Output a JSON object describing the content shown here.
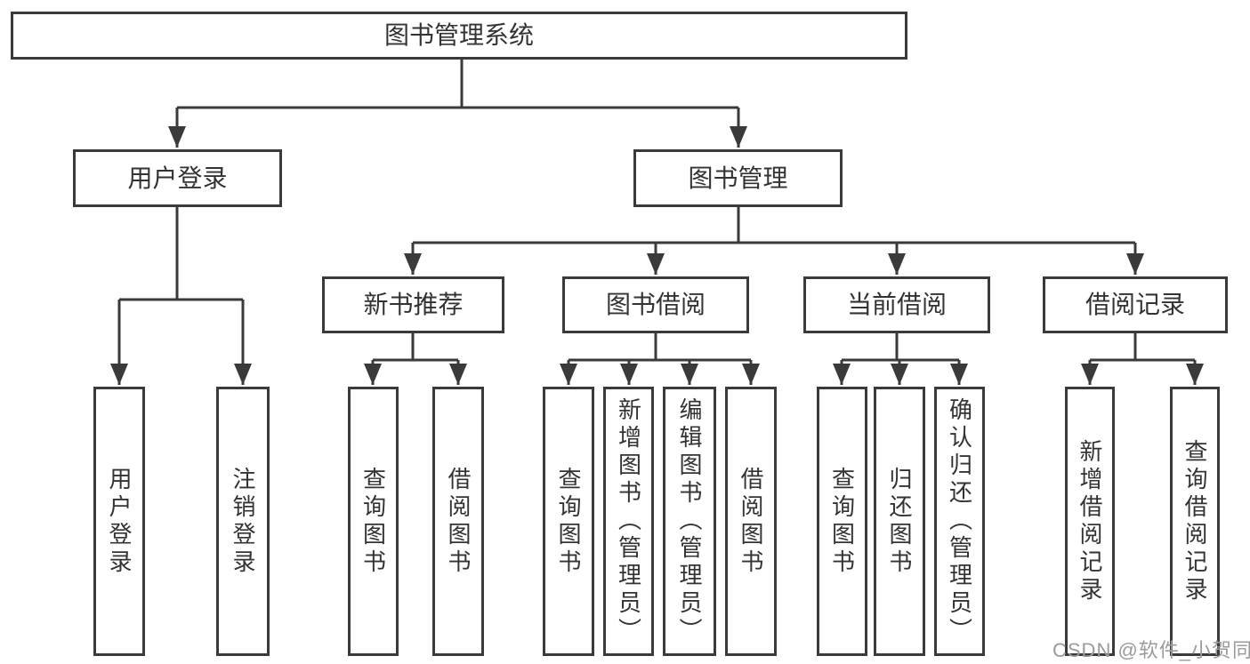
{
  "diagram_title": "图书管理系统",
  "tree": {
    "root": {
      "label": "图书管理系统",
      "children": [
        {
          "label": "用户登录",
          "children": [
            {
              "label": "用户登录"
            },
            {
              "label": "注销登录"
            }
          ]
        },
        {
          "label": "图书管理",
          "children": [
            {
              "label": "新书推荐",
              "children": [
                {
                  "label": "查询图书"
                },
                {
                  "label": "借阅图书"
                }
              ]
            },
            {
              "label": "图书借阅",
              "children": [
                {
                  "label": "查询图书"
                },
                {
                  "label": "新增图书（管理员）"
                },
                {
                  "label": "编辑图书（管理员）"
                },
                {
                  "label": "借阅图书"
                }
              ]
            },
            {
              "label": "当前借阅",
              "children": [
                {
                  "label": "查询图书"
                },
                {
                  "label": "归还图书"
                },
                {
                  "label": "确认归还（管理员）"
                }
              ]
            },
            {
              "label": "借阅记录",
              "children": [
                {
                  "label": "新增借阅记录"
                },
                {
                  "label": "查询借阅记录"
                }
              ]
            }
          ]
        }
      ]
    }
  },
  "watermark": {
    "text": "CSDN @软件_小贺同学"
  },
  "colors": {
    "line": "#3a3a3a",
    "text": "#333333",
    "watermark_gray": "#9b9b9b",
    "background": "#ffffff"
  }
}
